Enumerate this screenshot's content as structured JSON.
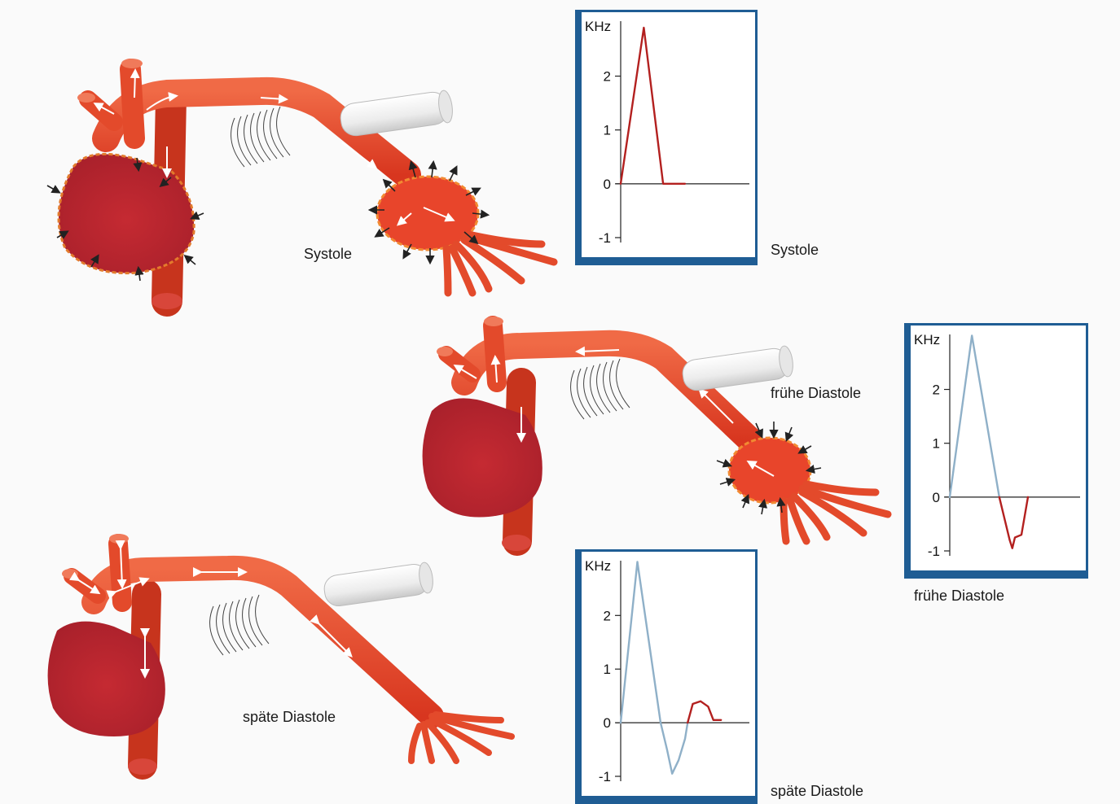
{
  "colors": {
    "vessel": "#e8452b",
    "vessel_dark": "#c7341d",
    "heart": "#b82a32",
    "heart_dark": "#8e1c24",
    "frame_blue": "#1f5d94",
    "trace_red": "#b3201f",
    "trace_blue": "#8fb0c8",
    "probe": "#f2f2f2",
    "background": "#fafafa"
  },
  "phases": [
    {
      "id": "systole",
      "illustration_label": "Systole",
      "chart_caption": "Systole"
    },
    {
      "id": "early-diastole",
      "illustration_label": "frühe Diastole",
      "chart_caption": "frühe Diastole"
    },
    {
      "id": "late-diastole",
      "illustration_label": "späte Diastole",
      "chart_caption": "späte Diastole"
    }
  ],
  "chart_data": [
    {
      "type": "line",
      "caption": "Systole",
      "ylabel": "KHz",
      "yticks": [
        2,
        1,
        0,
        -1
      ],
      "ylim": [
        -1,
        2.9
      ],
      "series": [
        {
          "color": "#b3201f",
          "x": [
            0,
            0.18,
            0.33,
            0.5
          ],
          "y": [
            0,
            2.9,
            0,
            0
          ]
        }
      ]
    },
    {
      "type": "line",
      "caption": "frühe Diastole",
      "ylabel": "KHz",
      "yticks": [
        2,
        1,
        0,
        -1
      ],
      "ylim": [
        -1,
        2.9
      ],
      "series": [
        {
          "color": "#8fb0c8",
          "x": [
            0,
            0.17,
            0.38
          ],
          "y": [
            0,
            3.0,
            0
          ]
        },
        {
          "color": "#b3201f",
          "x": [
            0.38,
            0.42,
            0.46,
            0.48,
            0.5,
            0.55,
            0.6
          ],
          "y": [
            0,
            -0.4,
            -0.8,
            -0.95,
            -0.75,
            -0.7,
            0
          ]
        }
      ]
    },
    {
      "type": "line",
      "caption": "späte Diastole",
      "ylabel": "KHz",
      "yticks": [
        2,
        1,
        0,
        -1
      ],
      "ylim": [
        -1,
        2.9
      ],
      "series": [
        {
          "color": "#8fb0c8",
          "x": [
            0,
            0.13,
            0.31,
            0.36,
            0.4,
            0.45,
            0.5,
            0.52
          ],
          "y": [
            0,
            3.0,
            0,
            -0.5,
            -0.95,
            -0.7,
            -0.3,
            0
          ]
        },
        {
          "color": "#b3201f",
          "x": [
            0.52,
            0.56,
            0.62,
            0.68,
            0.72,
            0.78
          ],
          "y": [
            0,
            0.35,
            0.4,
            0.3,
            0.05,
            0.05
          ]
        }
      ]
    }
  ]
}
